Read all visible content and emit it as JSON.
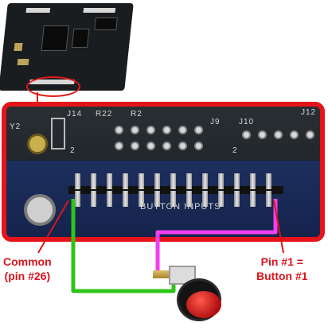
{
  "labels": {
    "common_line1": "Common",
    "common_line2": "(pin #26)",
    "pin_line1": "Pin #1 =",
    "pin_line2": "Button #1"
  },
  "board_silkscreen": {
    "j14": "J14",
    "r22": "R22",
    "r2": "R2",
    "j9": "J9",
    "j10": "J10",
    "y2": "Y2",
    "j12": "J12",
    "button_inputs": "BUTTON INPUTS",
    "pin_two_left": "2",
    "pin_two_right": "2"
  },
  "colors": {
    "callout_red": "#e4141a",
    "wire_green": "#2fc41a",
    "wire_magenta": "#f23ff2",
    "label_red": "#d8161c"
  }
}
